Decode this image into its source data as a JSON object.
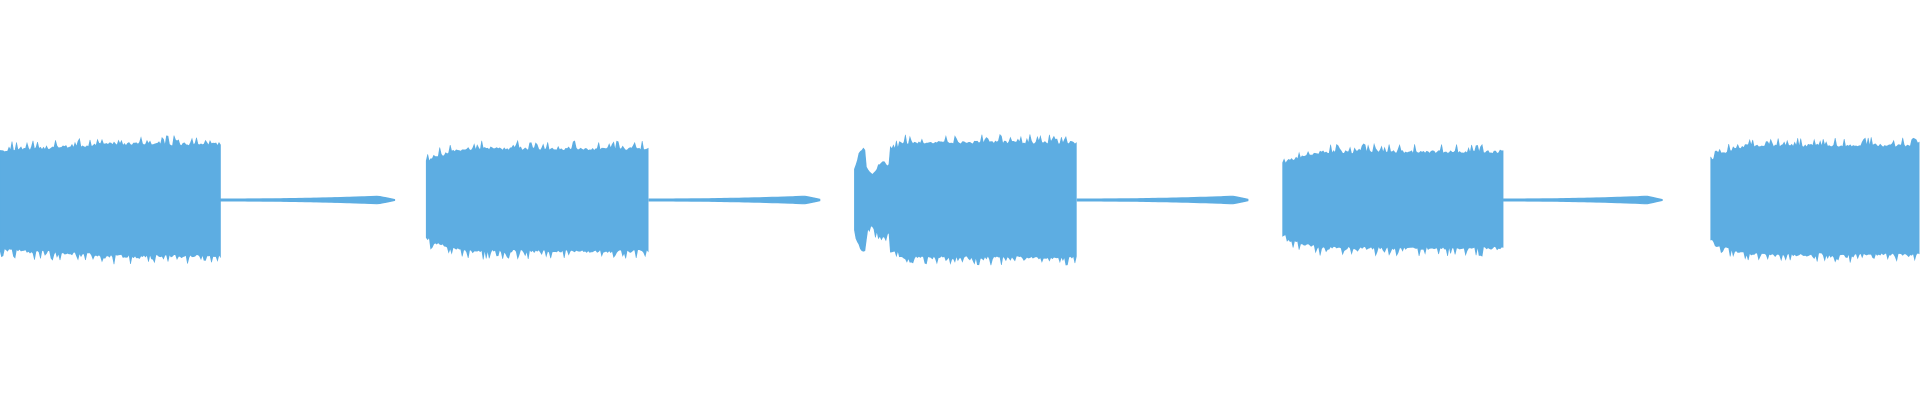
{
  "waveform": {
    "color": "#5dade2",
    "background": "#ffffff",
    "segments": [
      {
        "kind": "burst",
        "start": 0.0,
        "end": 0.115,
        "amplitude": 0.68,
        "attack": "flat"
      },
      {
        "kind": "tail",
        "start": 0.115,
        "end": 0.206,
        "amplitude": 0.05
      },
      {
        "kind": "silence",
        "start": 0.206,
        "end": 0.222
      },
      {
        "kind": "burst",
        "start": 0.222,
        "end": 0.338,
        "amplitude": 0.62,
        "attack": "ramp"
      },
      {
        "kind": "tail",
        "start": 0.338,
        "end": 0.428,
        "amplitude": 0.05
      },
      {
        "kind": "silence",
        "start": 0.428,
        "end": 0.445
      },
      {
        "kind": "burst",
        "start": 0.445,
        "end": 0.561,
        "amplitude": 0.7,
        "attack": "notched"
      },
      {
        "kind": "tail",
        "start": 0.561,
        "end": 0.651,
        "amplitude": 0.05
      },
      {
        "kind": "silence",
        "start": 0.651,
        "end": 0.668
      },
      {
        "kind": "burst",
        "start": 0.668,
        "end": 0.783,
        "amplitude": 0.58,
        "attack": "ramp"
      },
      {
        "kind": "tail",
        "start": 0.783,
        "end": 0.866,
        "amplitude": 0.04
      },
      {
        "kind": "silence",
        "start": 0.866,
        "end": 0.891
      },
      {
        "kind": "burst",
        "start": 0.891,
        "end": 1.0,
        "amplitude": 0.66,
        "attack": "ramp"
      }
    ]
  }
}
